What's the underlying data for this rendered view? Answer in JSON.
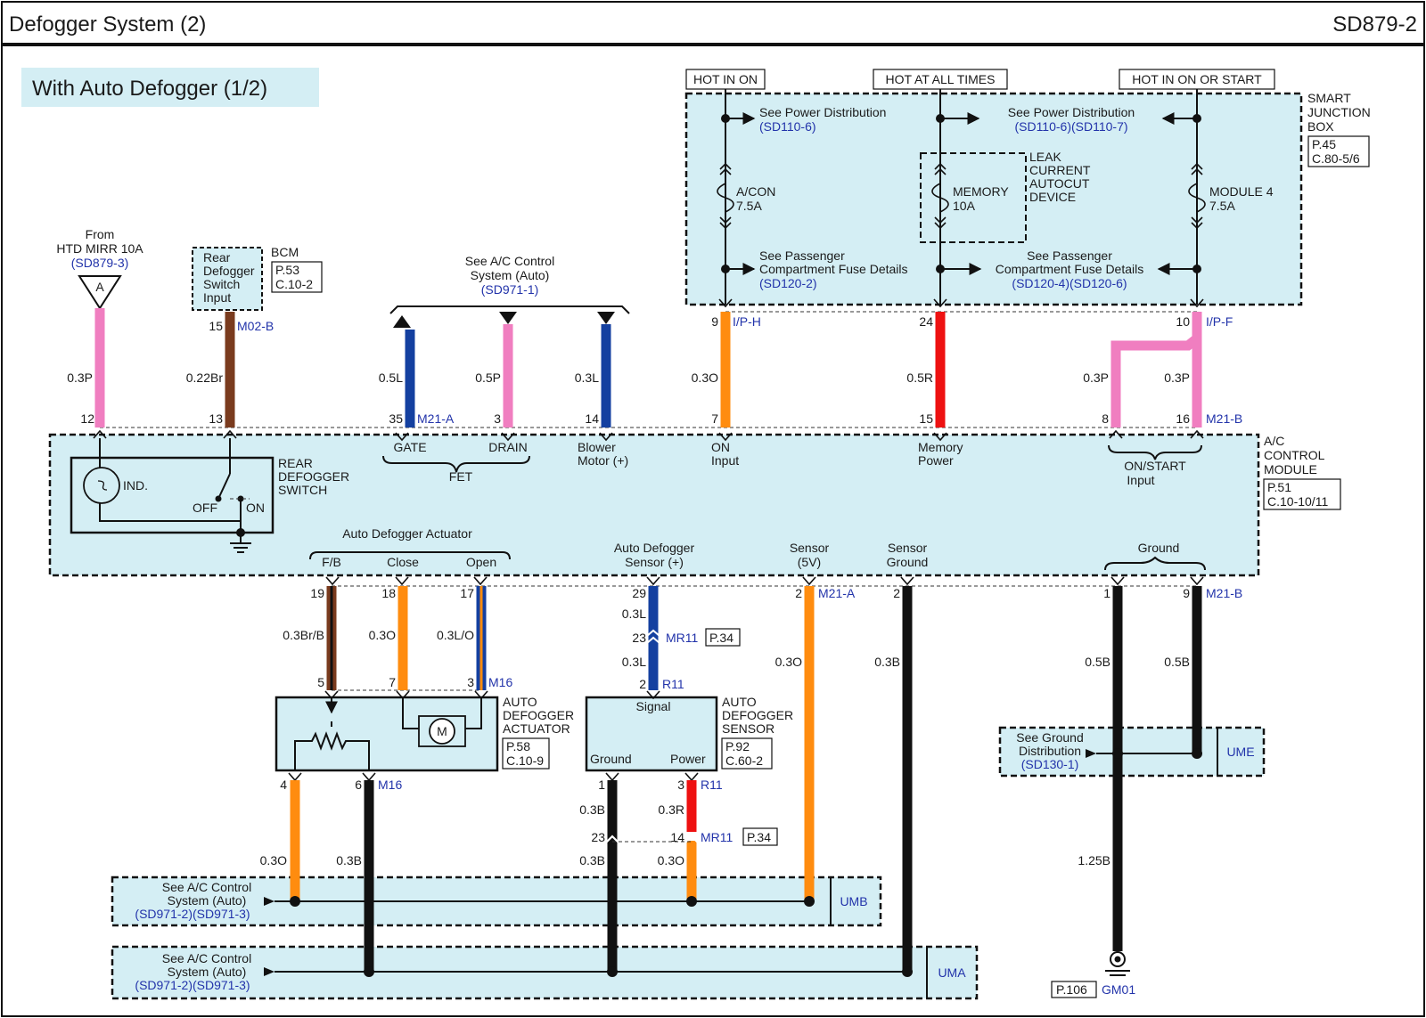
{
  "header": {
    "title": "Defogger System (2)",
    "code": "SD879-2"
  },
  "subtitle": "With Auto Defogger (1/2)",
  "colors": {
    "pink": "#f07ec0",
    "brown": "#7a3b1e",
    "blue": "#1440a0",
    "orange": "#ff8c0f",
    "red": "#ee1111",
    "black": "#111111",
    "panel": "#d4eef4"
  },
  "power_labels": [
    "HOT IN ON",
    "HOT AT ALL TIMES",
    "HOT IN ON OR START"
  ],
  "smart_junction": {
    "name": [
      "SMART",
      "JUNCTION",
      "BOX"
    ],
    "page": [
      "P.45",
      "C.80-5/6"
    ],
    "see_power_1": "See Power  Distribution",
    "see_power_1_ref": "(SD110-6)",
    "see_power_2": "See Power Distribution",
    "see_power_2_ref": "(SD110-6)(SD110-7)",
    "fuse1": [
      "A/CON",
      "7.5A"
    ],
    "fuse2": [
      "MEMORY",
      "10A"
    ],
    "fuse3": [
      "MODULE 4",
      "7.5A"
    ],
    "leak": [
      "LEAK",
      "CURRENT",
      "AUTOCUT",
      "DEVICE"
    ],
    "see_pass_1": [
      "See Passenger",
      "Compartment Fuse Details"
    ],
    "see_pass_1_ref": "(SD120-2)",
    "see_pass_2": [
      "See Passenger",
      "Compartment Fuse Details"
    ],
    "see_pass_2_ref": "(SD120-4)(SD120-6)"
  },
  "from_htd": {
    "line1": "From",
    "line2": "HTD MIRR 10A",
    "ref": "(SD879-3)",
    "connector": "A"
  },
  "bcm": {
    "box": [
      "Rear",
      "Defogger",
      "Switch",
      "Input"
    ],
    "name": "BCM",
    "page": [
      "P.53",
      "C.10-2"
    ]
  },
  "ac_see": {
    "line1": "See A/C Control",
    "line2": "System (Auto)",
    "ref": "(SD971-1)"
  },
  "wires_top": [
    {
      "pin_top": "",
      "pin_bottom": "12",
      "label": "0.3P"
    },
    {
      "pin_top": "15",
      "pin_bottom": "13",
      "label": "0.22Br",
      "conn": "M02-B"
    },
    {
      "pin_top": "",
      "pin_bottom": "35",
      "label": "0.5L",
      "conn": "M21-A"
    },
    {
      "pin_top": "",
      "pin_bottom": "3",
      "label": "0.5P"
    },
    {
      "pin_top": "",
      "pin_bottom": "14",
      "label": "0.3L"
    },
    {
      "pin_top": "9",
      "pin_bottom": "7",
      "label": "0.3O",
      "conn": "I/P-H"
    },
    {
      "pin_top": "24",
      "pin_bottom": "15",
      "label": "0.5R"
    },
    {
      "pin_top": "",
      "pin_bottom": "8",
      "label": "0.3P"
    },
    {
      "pin_top": "10",
      "pin_bottom": "16",
      "label": "0.3P",
      "conn": "I/P-F",
      "conn2": "M21-B"
    }
  ],
  "module": {
    "name": [
      "A/C",
      "CONTROL",
      "MODULE"
    ],
    "page": [
      "P.51",
      "C.10-10/11"
    ],
    "gate": "GATE",
    "drain": "DRAIN",
    "fet": "FET",
    "blower": [
      "Blower",
      "Motor (+)"
    ],
    "on_input": [
      "ON",
      "Input"
    ],
    "memory_power": [
      "Memory",
      "Power"
    ],
    "on_start": [
      "ON/START",
      "Input"
    ],
    "ind": "IND.",
    "off": "OFF",
    "on": "ON",
    "switch_label": [
      "REAR",
      "DEFOGGER",
      "SWITCH"
    ],
    "actuator_title": "Auto Defogger Actuator",
    "fb": "F/B",
    "close": "Close",
    "open": "Open",
    "sensor_plus": [
      "Auto Defogger",
      "Sensor (+)"
    ],
    "sensor_5v": [
      "Sensor",
      "(5V)"
    ],
    "sensor_ground": [
      "Sensor",
      "Ground"
    ],
    "ground": "Ground"
  },
  "bottom": {
    "pins_module": [
      "19",
      "18",
      "17",
      "29",
      "2",
      "2",
      "1",
      "9"
    ],
    "conn_m21a": "M21-A",
    "conn_m21b": "M21-B",
    "w_fb": "0.3Br/B",
    "w_close": "0.3O",
    "w_open": "0.3L/O",
    "w_s1": "0.3L",
    "mr11": "MR11",
    "page_34": "P.34",
    "w_s2": "0.3L",
    "w_5v": "0.3O",
    "w_sg": "0.3B",
    "w_g1": "0.5B",
    "w_g2": "0.5B",
    "pins_act_top": [
      "5",
      "7",
      "3"
    ],
    "conn_m16": "M16",
    "pin_r11_top": "2",
    "conn_r11": "R11",
    "actuator": [
      "AUTO",
      "DEFOGGER",
      "ACTUATOR"
    ],
    "actuator_page": [
      "P.58",
      "C.10-9"
    ],
    "motor": "M",
    "sensor": [
      "AUTO",
      "DEFOGGER",
      "SENSOR"
    ],
    "sensor_page": [
      "P.92",
      "C.60-2"
    ],
    "signal": "Signal",
    "s_ground": "Ground",
    "s_power": "Power",
    "pins_act_bot": [
      "4",
      "6"
    ],
    "pins_sens_bot": [
      "1",
      "3"
    ],
    "w_a4": "0.3O",
    "w_a6": "0.3B",
    "w_sg1": "0.3B",
    "w_sp": "0.3R",
    "pins_mr": [
      "23",
      "14"
    ],
    "w_sg2": "0.3B",
    "w_sp2": "0.3O",
    "ume_see": [
      "See Ground",
      "Distribution"
    ],
    "ume_ref": "(SD130-1)",
    "ume": "UME",
    "w_g3": "1.25B",
    "umb_see": [
      "See A/C Control",
      "System (Auto)"
    ],
    "umb_ref": "(SD971-2)(SD971-3)",
    "umb": "UMB",
    "uma_see": [
      "See A/C Control",
      "System (Auto)"
    ],
    "uma_ref": "(SD971-2)(SD971-3)",
    "uma": "UMA",
    "gm_page": "P.106",
    "gm": "GM01"
  }
}
